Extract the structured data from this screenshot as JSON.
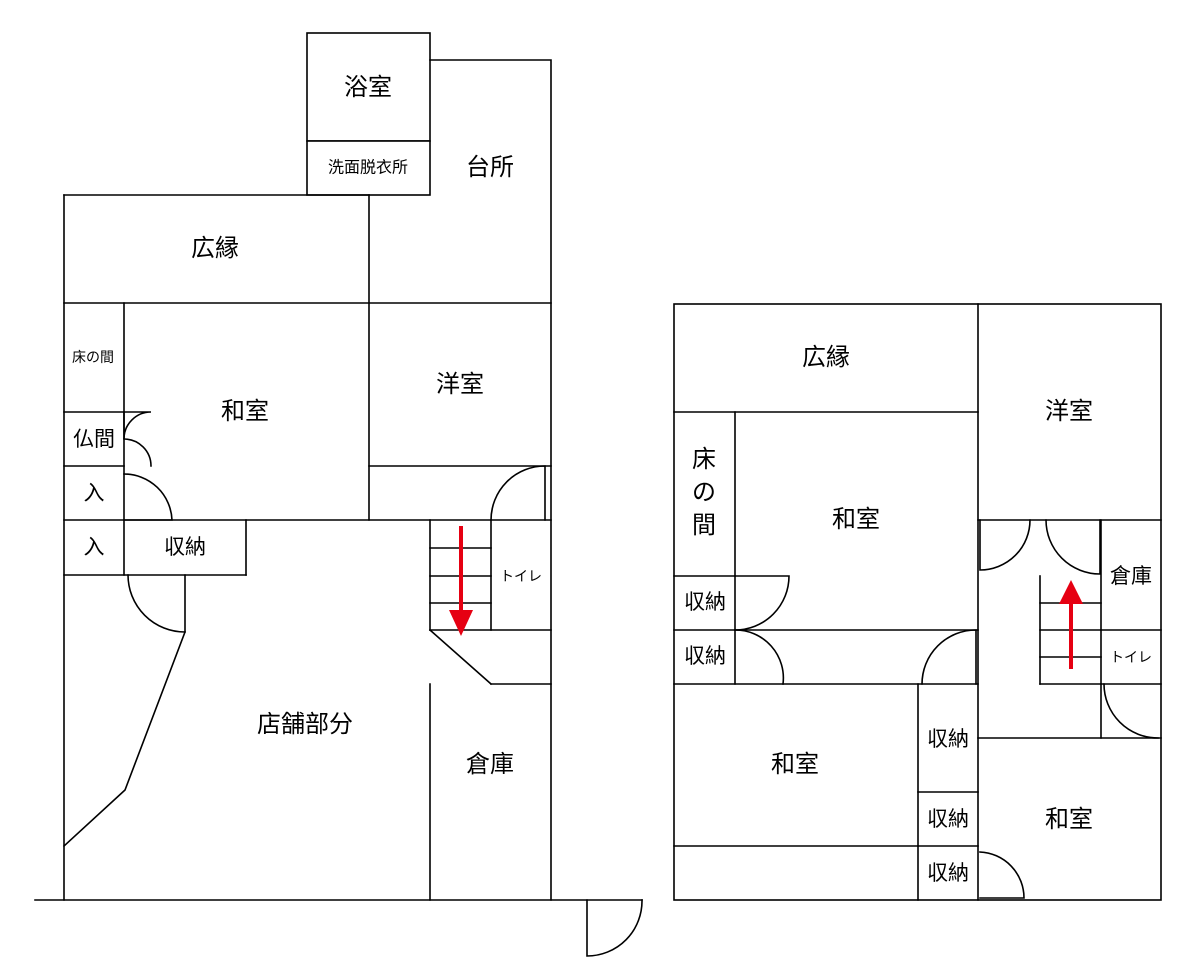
{
  "colors": {
    "walls": "#000000",
    "stair_arrow": "#e60012",
    "background": "#ffffff"
  },
  "floor1": {
    "rooms": {
      "bath": "浴室",
      "dressing": "洗面脱衣所",
      "kitchen": "台所",
      "veranda": "広縁",
      "alcove": "床の間",
      "western": "洋室",
      "washitsu": "和室",
      "altar": "仏間",
      "closet_in_1": "入",
      "closet_in_2": "入",
      "storage": "収納",
      "toilet": "トイレ",
      "shop": "店舗部分",
      "warehouse": "倉庫"
    }
  },
  "floor2": {
    "rooms": {
      "veranda": "広縁",
      "western": "洋室",
      "alcove_1": "床",
      "alcove_2": "の",
      "alcove_3": "間",
      "washitsu_main": "和室",
      "storage_1": "収納",
      "storage_2": "収納",
      "warehouse": "倉庫",
      "toilet": "トイレ",
      "washitsu_bl": "和室",
      "storage_3": "収納",
      "storage_4": "収納",
      "storage_5": "収納",
      "washitsu_br": "和室"
    }
  }
}
